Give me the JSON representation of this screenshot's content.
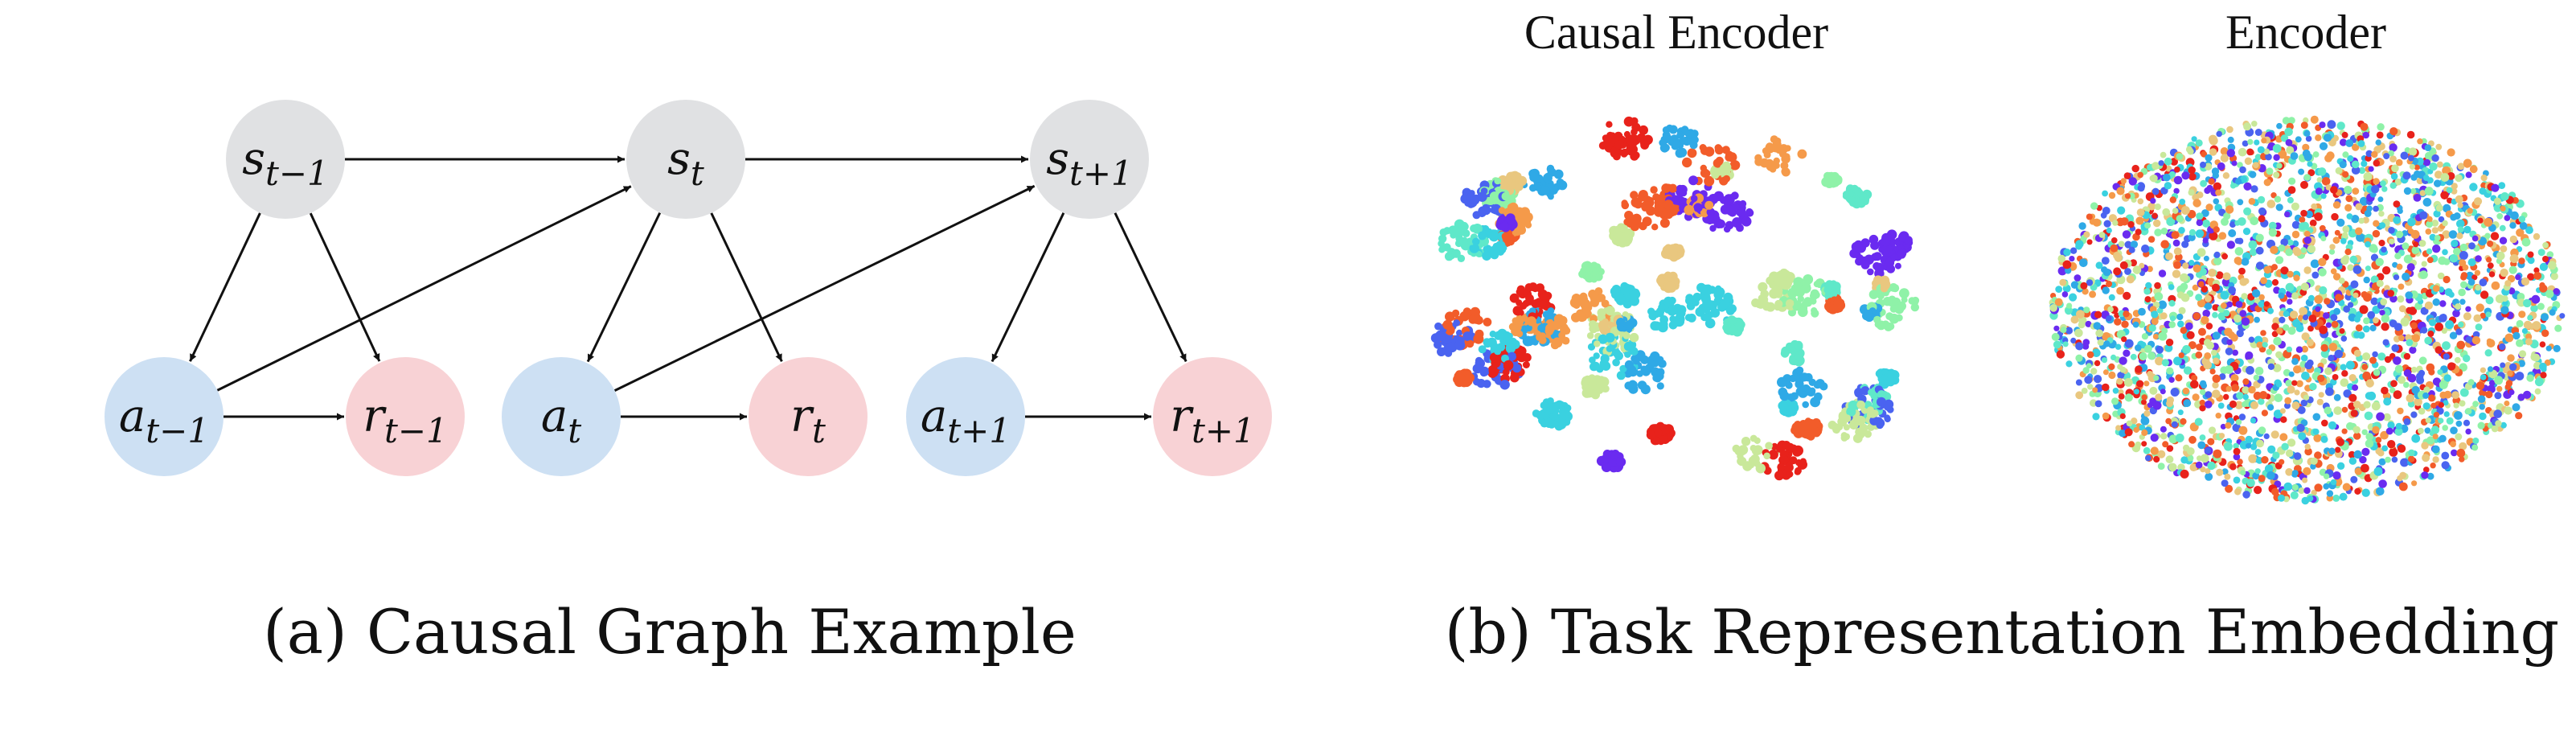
{
  "graph": {
    "nodes": [
      {
        "id": "s_tm1",
        "kind": "state",
        "base": "s",
        "sub": "t−1"
      },
      {
        "id": "s_t",
        "kind": "state",
        "base": "s",
        "sub": "t"
      },
      {
        "id": "s_tp1",
        "kind": "state",
        "base": "s",
        "sub": "t+1"
      },
      {
        "id": "a_tm1",
        "kind": "action",
        "base": "a",
        "sub": "t−1"
      },
      {
        "id": "r_tm1",
        "kind": "reward",
        "base": "r",
        "sub": "t−1"
      },
      {
        "id": "a_t",
        "kind": "action",
        "base": "a",
        "sub": "t"
      },
      {
        "id": "r_t",
        "kind": "reward",
        "base": "r",
        "sub": "t"
      },
      {
        "id": "a_tp1",
        "kind": "action",
        "base": "a",
        "sub": "t+1"
      },
      {
        "id": "r_tp1",
        "kind": "reward",
        "base": "r",
        "sub": "t+1"
      }
    ],
    "edges": [
      [
        "s_tm1",
        "s_t"
      ],
      [
        "s_t",
        "s_tp1"
      ],
      [
        "s_tm1",
        "a_tm1"
      ],
      [
        "s_tm1",
        "r_tm1"
      ],
      [
        "a_tm1",
        "r_tm1"
      ],
      [
        "a_tm1",
        "s_t"
      ],
      [
        "s_t",
        "a_t"
      ],
      [
        "s_t",
        "r_t"
      ],
      [
        "a_t",
        "r_t"
      ],
      [
        "a_t",
        "s_tp1"
      ],
      [
        "s_tp1",
        "a_tp1"
      ],
      [
        "s_tp1",
        "r_tp1"
      ],
      [
        "a_tp1",
        "r_tp1"
      ]
    ],
    "colors": {
      "state": "#e0e1e3",
      "action": "#cde0f3",
      "reward": "#f8d2d5",
      "edge": "#111111"
    }
  },
  "panel_a": {
    "caption": "(a) Causal Graph Example"
  },
  "panel_b": {
    "caption": "(b) Task Representation Embedding",
    "left_title": "Causal Encoder",
    "right_title": "Encoder",
    "palette": [
      "#e8221b",
      "#f25c2a",
      "#f59a4a",
      "#e9c77f",
      "#c9e89a",
      "#8ff2a8",
      "#5fe8c9",
      "#3ad1e0",
      "#2fa9e6",
      "#4a63f0",
      "#6a2bf0"
    ]
  }
}
